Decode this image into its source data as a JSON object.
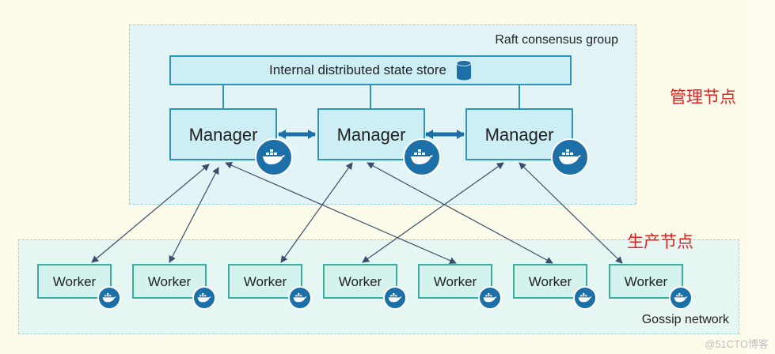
{
  "diagram": {
    "group_label": "Raft consensus group",
    "store_label": "Internal distributed state store",
    "store_icon": "database-icon",
    "managers": [
      {
        "label": "Manager"
      },
      {
        "label": "Manager"
      },
      {
        "label": "Manager"
      }
    ],
    "manager_section_label": "管理节点",
    "worker_section_label": "生产节点",
    "workers": [
      {
        "label": "Worker"
      },
      {
        "label": "Worker"
      },
      {
        "label": "Worker"
      },
      {
        "label": "Worker"
      },
      {
        "label": "Worker"
      },
      {
        "label": "Worker"
      },
      {
        "label": "Worker"
      }
    ],
    "network_label": "Gossip network",
    "badge_icon": "docker-whale-icon",
    "watermark": "@51CTO博客"
  },
  "colors": {
    "manager_border": "#2d95b8",
    "manager_fill": "#cdeef5",
    "worker_border": "#3aaea0",
    "worker_fill": "#d5f3ee",
    "connector": "#1d6fa8",
    "arrow": "#3a4e6a",
    "badge": "#1d6fa8",
    "cn_label": "#e02020"
  }
}
